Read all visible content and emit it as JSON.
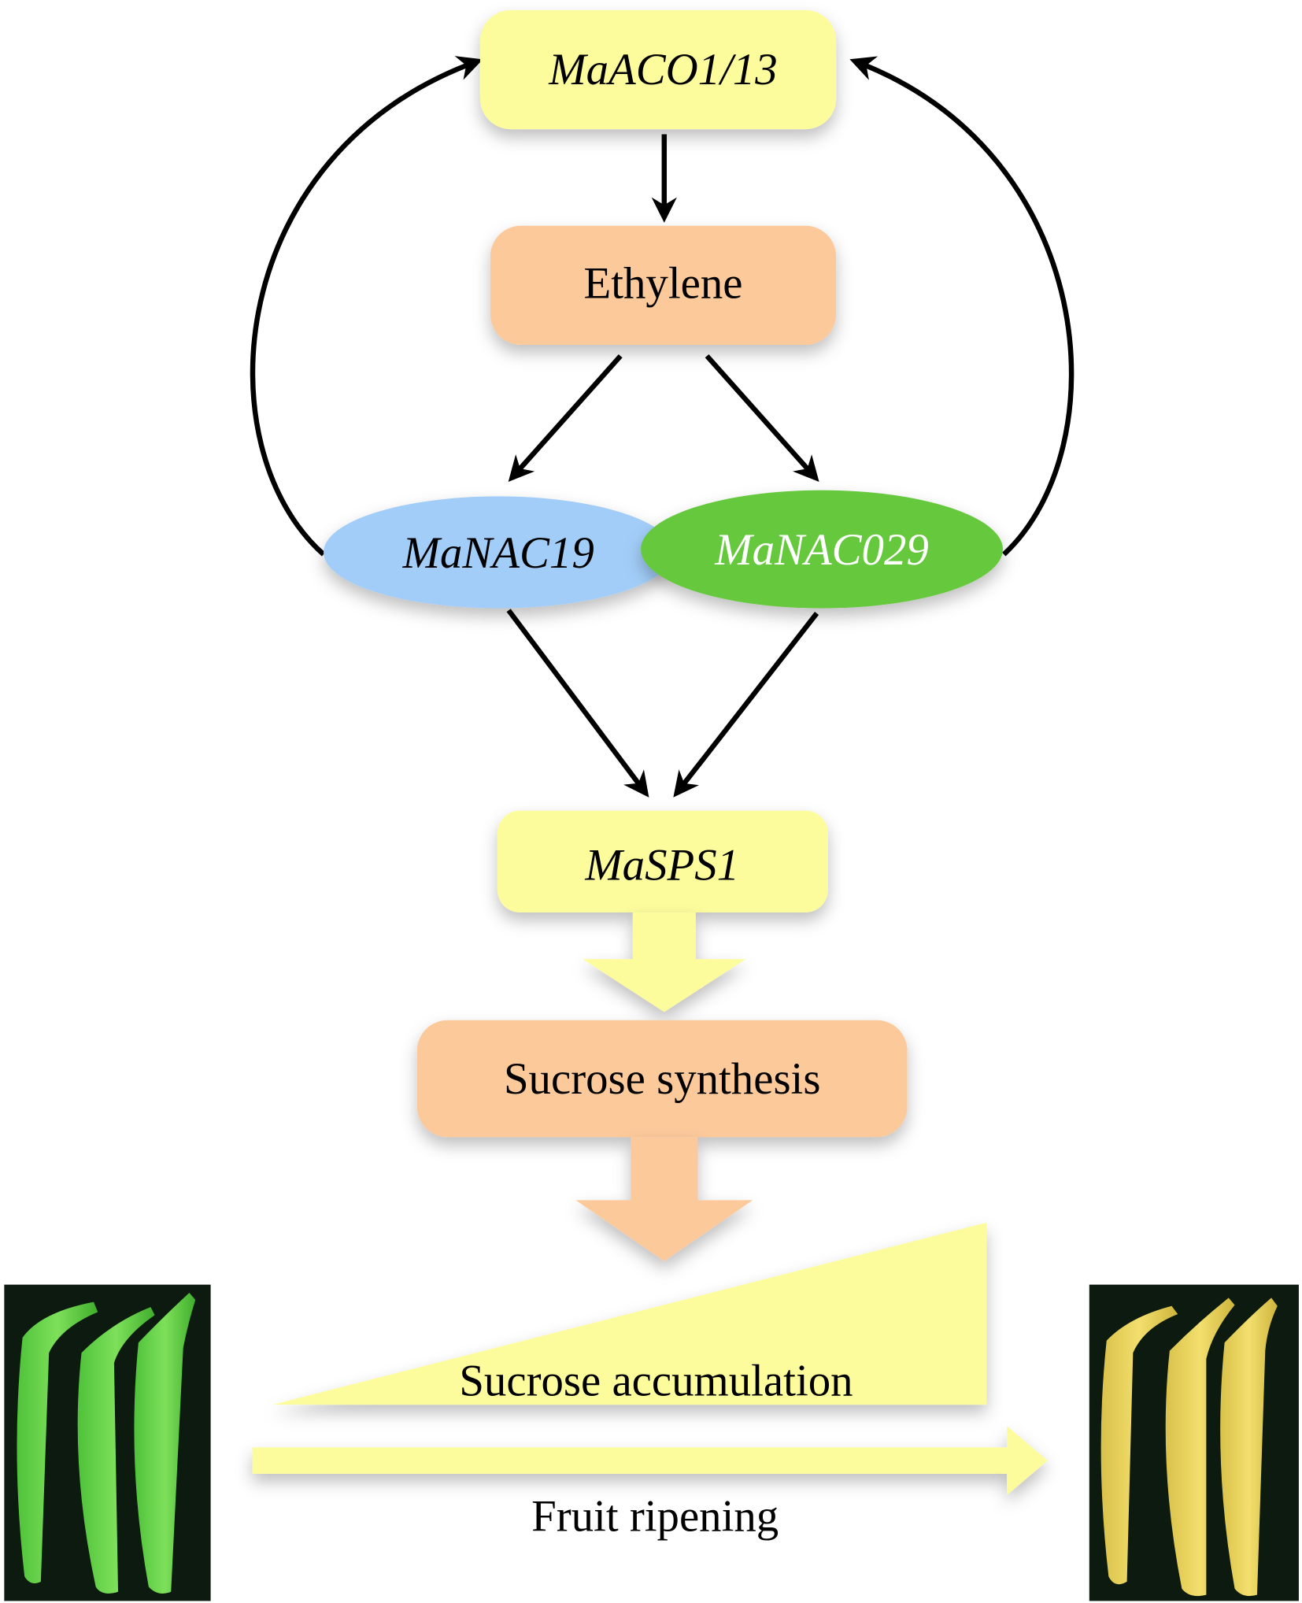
{
  "nodes": {
    "maaco": {
      "label": "MaACO1/13",
      "color": "#fdfc9c"
    },
    "ethylene": {
      "label": "Ethylene",
      "color": "#fcc99b"
    },
    "manac19": {
      "label": "MaNAC19",
      "color": "#a2cdf8"
    },
    "manac029": {
      "label": "MaNAC029",
      "color": "#66c83c"
    },
    "masps1": {
      "label": "MaSPS1",
      "color": "#fdfc9c"
    },
    "sucrose_synthesis": {
      "label": "Sucrose synthesis",
      "color": "#fcc99b"
    }
  },
  "labels": {
    "sucrose_accumulation": "Sucrose accumulation",
    "fruit_ripening": "Fruit ripening"
  },
  "images": {
    "unripe": "green-bananas",
    "ripe": "yellow-bananas"
  }
}
